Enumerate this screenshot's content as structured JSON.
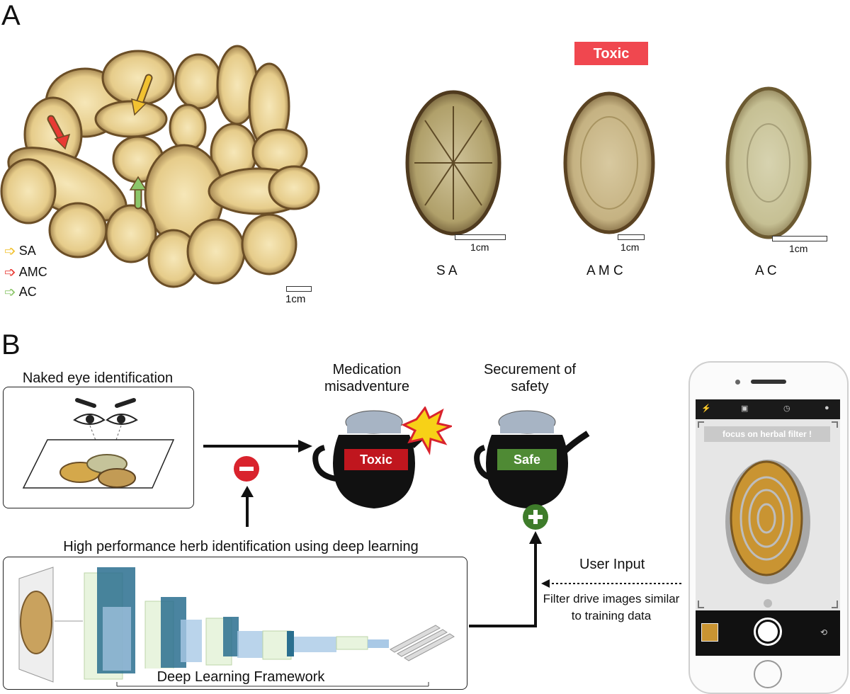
{
  "panelA": {
    "letter": "A",
    "legend": [
      {
        "code": "SA",
        "color": "#f2c231"
      },
      {
        "code": "AMC",
        "color": "#e83a34"
      },
      {
        "code": "AC",
        "color": "#8cc66a"
      }
    ],
    "scale_label": "1cm",
    "toxic_tag": "Toxic",
    "samples": [
      "S A",
      "A M C",
      "A C"
    ]
  },
  "panelB": {
    "letter": "B",
    "naked_eye_title": "Naked eye identification",
    "deep_title": "High performance herb identification using deep learning",
    "framework_label": "Deep Learning Framework",
    "misadventure_title": "Medication misadventure",
    "safety_title": "Securement of safety",
    "toxic_pot_label": "Toxic",
    "safe_pot_label": "Safe",
    "user_input": "User Input",
    "filter_text": "Filter drive images similar to training data",
    "phone_banner": "focus on herbal filter !",
    "colors": {
      "toxic_red": "#c0161e",
      "safe_green": "#4f8a34",
      "minus_red": "#d9232d",
      "plus_green": "#3e7c2a"
    }
  }
}
